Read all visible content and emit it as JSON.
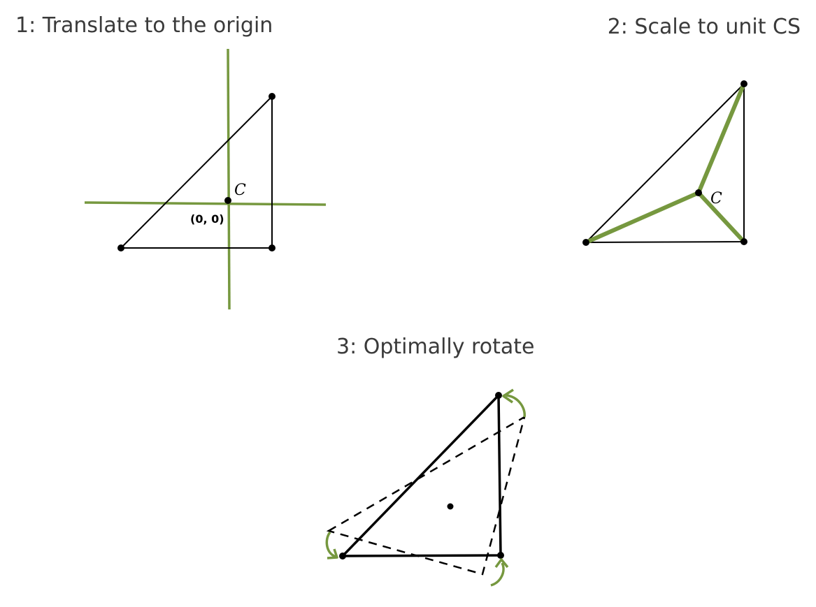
{
  "panels": {
    "translate": {
      "title": "1: Translate to the origin",
      "centroid_label": "C",
      "origin_label": "(0, 0)"
    },
    "scale": {
      "title": "2: Scale to unit CS",
      "centroid_label": "C"
    },
    "rotate": {
      "title": "3: Optimally rotate"
    }
  },
  "colors": {
    "accent": "#76983f",
    "stroke": "#000000",
    "title_text": "#3a3a3a"
  }
}
